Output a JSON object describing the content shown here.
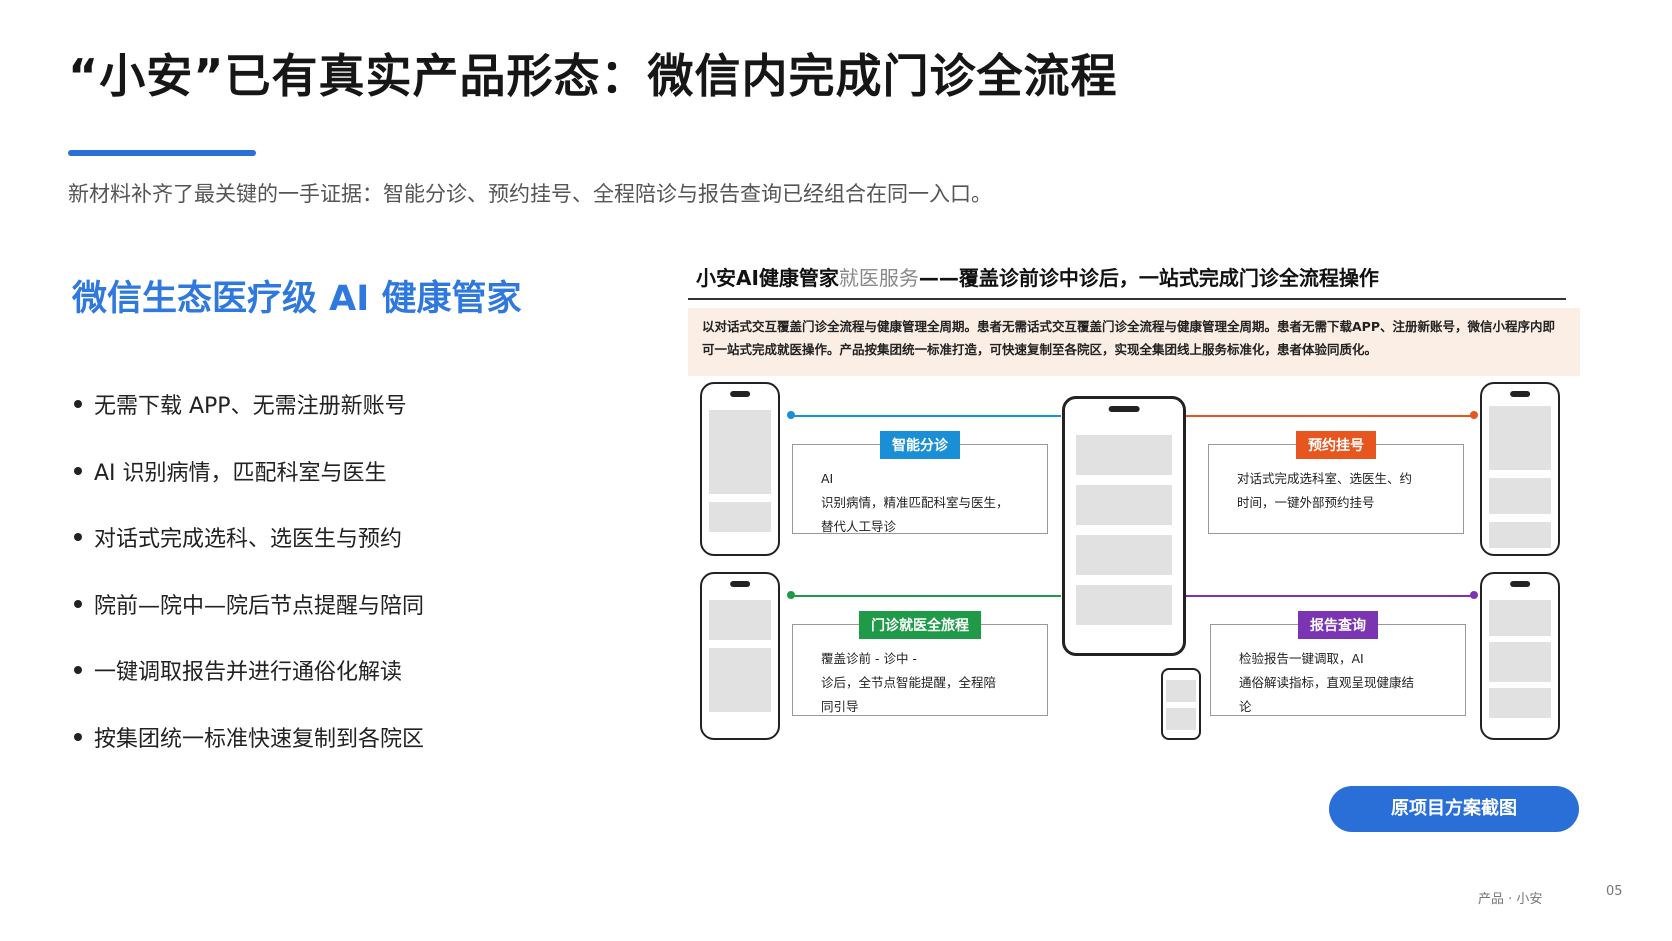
{
  "slide": {
    "title": "“小安”已有真实产品形态：微信内完成门诊全流程",
    "subtitle": "新材料补齐了最关键的一手证据：智能分诊、预约挂号、全程陪诊与报告查询已经组合在同一入口。"
  },
  "left": {
    "heading": "微信生态医疗级 AI 健康管家",
    "bullets": [
      "无需下载 APP、无需注册新账号",
      "AI 识别病情，匹配科室与医生",
      "对话式完成选科、选医生与预约",
      "院前—院中—院后节点提醒与陪同",
      "一键调取报告并进行通俗化解读",
      "按集团统一标准快速复制到各院区"
    ]
  },
  "figure": {
    "title_main": "小安AI健康管家",
    "title_grey": "就医服务",
    "title_rest": "——覆盖诊前诊中诊后，一站式完成门诊全流程操作",
    "note": "以对话式交互覆盖门诊全流程与健康管理全周期。患者无需话式交互覆盖门诊全流程与健康管理全周期。患者无需下载APP、注册新账号，微信小程序内即可一站式完成就医操作。产品按集团统一标准打造，可快速复制至各院区，实现全集团线上服务标准化，患者体验同质化。",
    "cards": [
      {
        "tag": "智能分诊",
        "color": "#1a8fd6",
        "lines": [
          "AI",
          "识别病情，精准匹配科室与医生，",
          "替代人工导诊"
        ]
      },
      {
        "tag": "预约挂号",
        "color": "#e8561f",
        "lines": [
          "对话式完成选科室、选医生、约",
          "时间，一键外部预约挂号"
        ]
      },
      {
        "tag": "门诊就医全旅程",
        "color": "#1f9a48",
        "lines": [
          "覆盖诊前 - 诊中 -",
          "诊后，全节点智能提醒，全程陪",
          "同引导"
        ]
      },
      {
        "tag": "报告查询",
        "color": "#7b35b3",
        "lines": [
          "检验报告一键调取，AI",
          "通俗解读指标，直观呈现健康结",
          "论"
        ]
      }
    ]
  },
  "cta": {
    "label": "原项目方案截图"
  },
  "footer": {
    "section": "产品 · 小安",
    "page": "05"
  }
}
